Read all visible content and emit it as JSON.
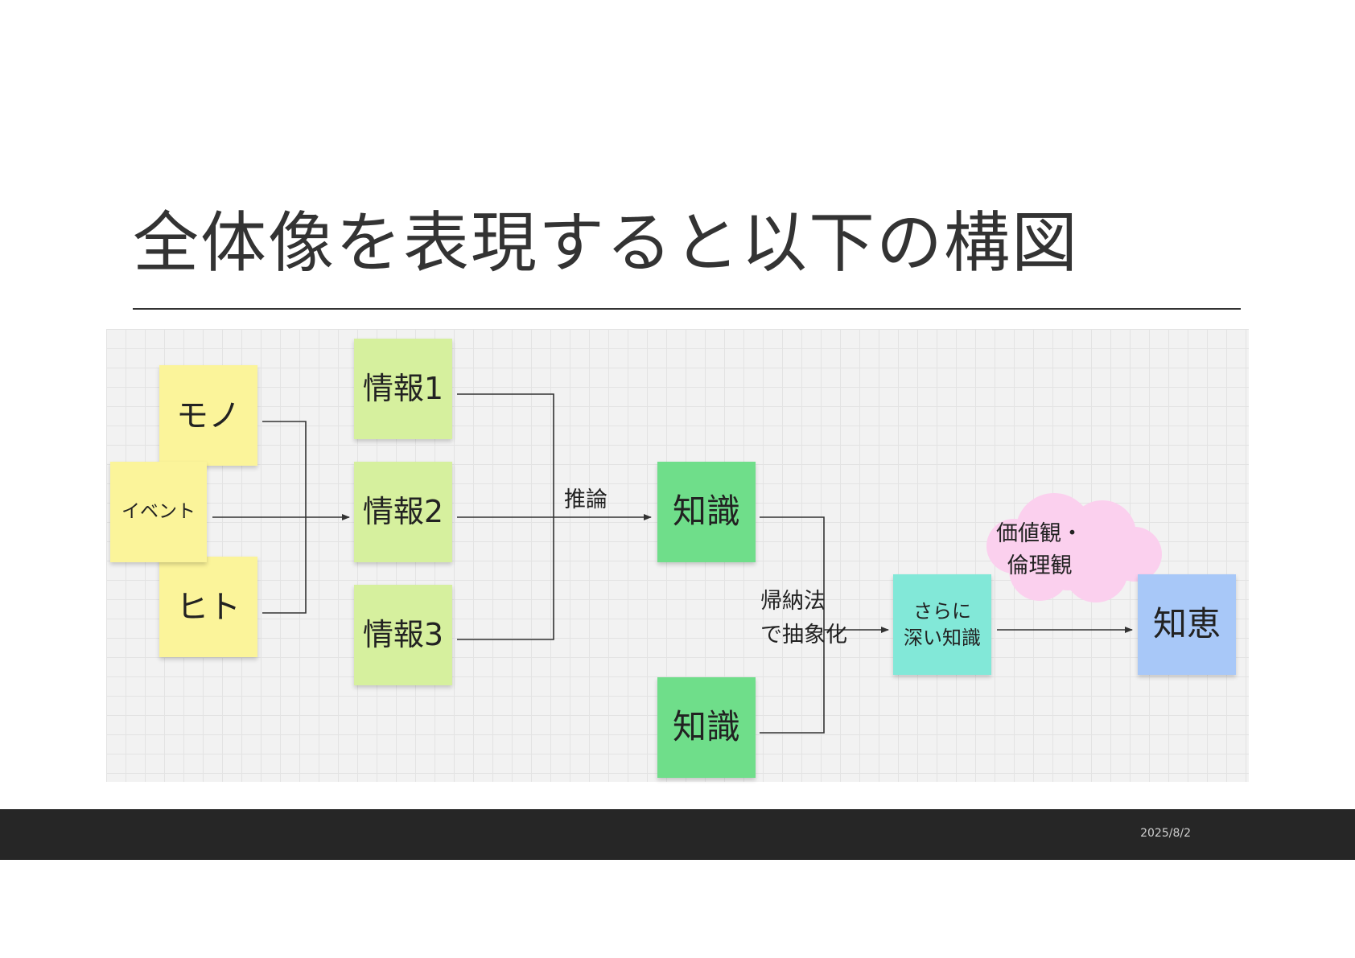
{
  "slide": {
    "title": "全体像を表現すると以下の構図",
    "date": "2025/8/2"
  },
  "diagram": {
    "notes": {
      "mono": "モノ",
      "event": "イベント",
      "hito": "ヒト",
      "info1": "情報1",
      "info2": "情報2",
      "info3": "情報3",
      "knowledge1": "知識",
      "knowledge2": "知識",
      "deeper_knowledge_line1": "さらに",
      "deeper_knowledge_line2": "深い知識",
      "wisdom": "知恵"
    },
    "labels": {
      "inference": "推論",
      "induction_line1": "帰納法",
      "induction_line2": "で抽象化"
    },
    "cloud": {
      "line1": "価値観・",
      "line2": "倫理観"
    },
    "colors": {
      "yellow_note": "#fbf49a",
      "light_green_note": "#d6f09e",
      "green_note": "#6fde8a",
      "teal_note": "#82e8d8",
      "blue_note": "#a8c8f8",
      "cloud": "#fbd0ee"
    }
  }
}
